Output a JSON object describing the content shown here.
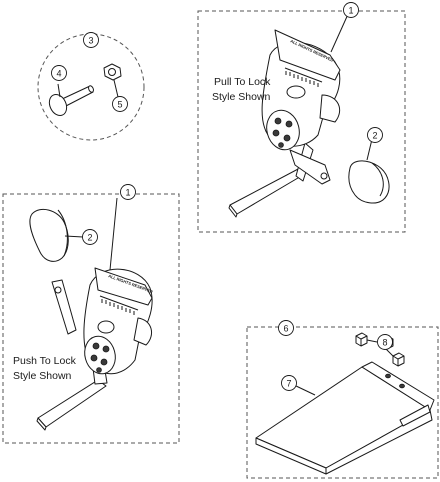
{
  "labels": {
    "pull_to_lock": [
      "Pull To Lock",
      "Style Shown"
    ],
    "push_to_lock": [
      "Push To Lock",
      "Style Shown"
    ]
  },
  "callouts": {
    "c1_top": "1",
    "c1_left": "1",
    "c2_top": "2",
    "c2_left": "2",
    "c3": "3",
    "c4": "4",
    "c5": "5",
    "c6": "6",
    "c7": "7",
    "c8": "8"
  },
  "stamp_text": "ALL RIGHTS RESERVED",
  "colors": {
    "line": "#1a1a1a",
    "dashed_box": "#555555",
    "background": "#ffffff"
  }
}
